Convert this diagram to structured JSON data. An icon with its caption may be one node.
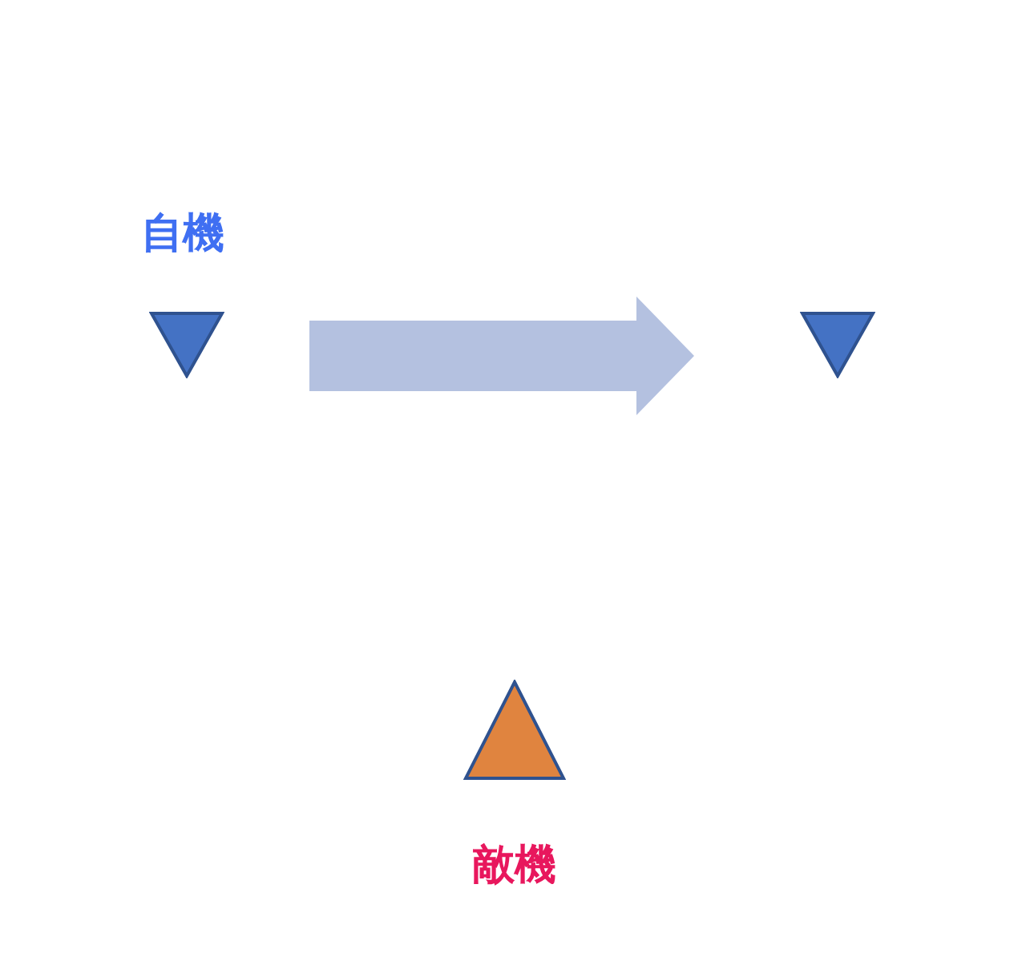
{
  "diagram": {
    "nodes": [
      {
        "text": [
          "自機"
        ]
      },
      {
        "text": [],
        "shape": "triangle"
      },
      {
        "text": [
          "敵機"
        ]
      }
    ],
    "edges": [
      {
        "from": 0,
        "to": 1,
        "arrow": "to"
      }
    ]
  }
}
